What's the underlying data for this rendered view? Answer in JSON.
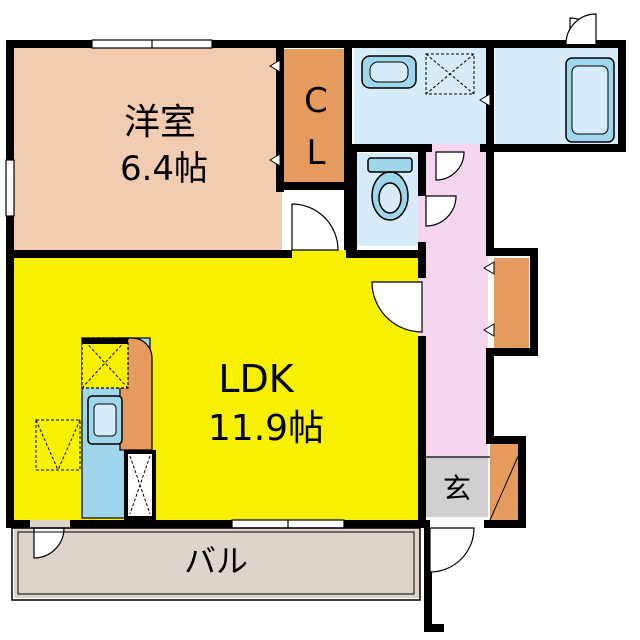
{
  "rooms": {
    "bedroom": {
      "name": "洋室",
      "size": "6.4帖"
    },
    "closet": {
      "line1": "C",
      "line2": "L"
    },
    "ldk": {
      "name": "LDK",
      "size": "11.9帖"
    },
    "entrance": {
      "label": "玄"
    },
    "balcony": {
      "label": "バル"
    }
  },
  "colors": {
    "bedroom": "#f2ccb0",
    "closet": "#e59a5e",
    "ldk": "#f7f000",
    "hallway": "#f6d6ee",
    "wet_area": "#d6ecfa",
    "fixture": "#9fd6ec",
    "balcony": "#ddd5cc",
    "entrance": "#d0d0d0",
    "wall": "#000000"
  }
}
